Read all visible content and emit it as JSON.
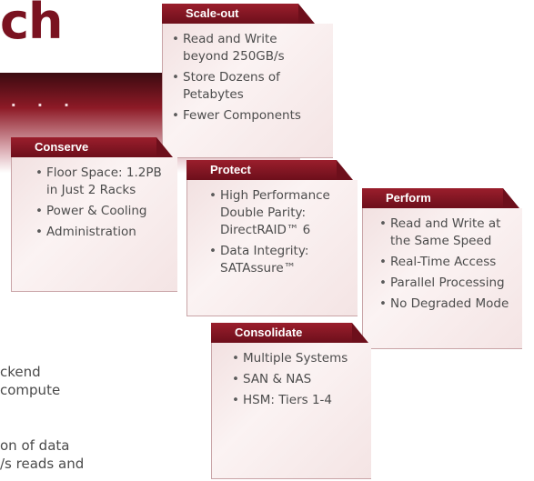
{
  "heading_fragment": "ch",
  "banner_dots": ". . .",
  "body_lines": [
    "ckend",
    "compute",
    "on of data",
    "/s reads and"
  ],
  "cubes": {
    "scale_out": {
      "title": "Scale-out",
      "items": [
        "Read and Write beyond 250GB/s",
        "Store Dozens of Petabytes",
        "Fewer Components"
      ]
    },
    "conserve": {
      "title": "Conserve",
      "items": [
        "Floor Space: 1.2PB in Just 2 Racks",
        "Power & Cooling",
        "Administration"
      ]
    },
    "protect": {
      "title": "Protect",
      "items": [
        "High Performance Double Parity: DirectRAID™ 6",
        "Data Integrity: SATAssure™"
      ]
    },
    "perform": {
      "title": "Perform",
      "items": [
        "Read and Write at the Same Speed",
        "Real-Time Access",
        "Parallel Processing",
        "No Degraded Mode"
      ]
    },
    "consolidate": {
      "title": "Consolidate",
      "items": [
        "Multiple Systems",
        "SAN & NAS",
        "HSM: Tiers 1-4"
      ]
    }
  },
  "colors": {
    "accent": "#7a1220",
    "tab": "#6d0f1b",
    "face": "#f7ebeb"
  }
}
